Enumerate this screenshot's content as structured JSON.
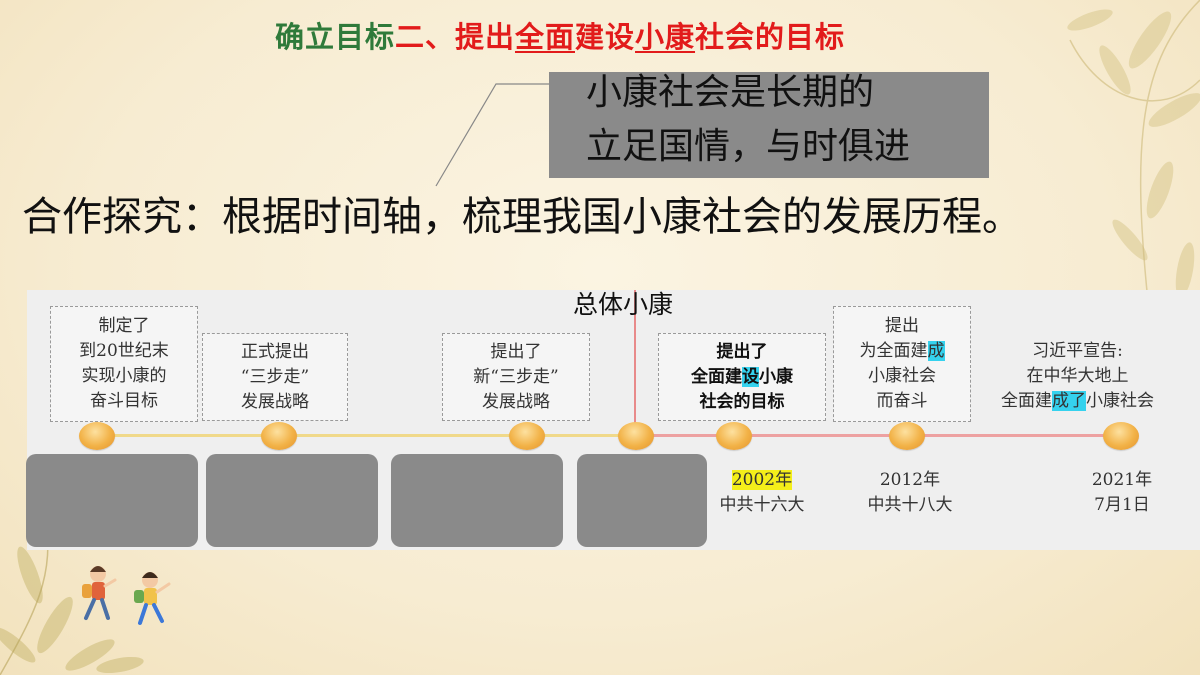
{
  "title": {
    "part1": "确立目标",
    "part2": "二、提出",
    "part3": "全面",
    "part4": "建设",
    "part5": "小康",
    "part6": "社会的目标"
  },
  "callout": {
    "line1": "小康社会是长期的",
    "line2": "立足国情，与时俱进"
  },
  "task": "合作探究：根据时间轴，梳理我国小康社会的发展历程。",
  "timeline": {
    "overall_label": "总体小康",
    "events": [
      {
        "lines": [
          "制定了",
          "到20世纪末",
          "实现小康的",
          "奋斗目标"
        ]
      },
      {
        "lines": [
          "正式提出",
          "“三步走”",
          "发展战略"
        ]
      },
      {
        "lines": [
          "提出了",
          "新“三步走”",
          "发展战略"
        ]
      },
      {
        "l1": "提出了",
        "l2a": "全面建",
        "l2b": "设",
        "l2c": "小康",
        "l3": "社会的目标"
      },
      {
        "l1": "提出",
        "l2a": "为全面建",
        "l2b": "成",
        "l3": "小康社会",
        "l4": "而奋斗"
      },
      {
        "l1": "习近平宣告:",
        "l2": "在中华大地上",
        "l3a": "全面建",
        "l3b": "成了",
        "l3c": "小康社会"
      }
    ],
    "years": [
      {
        "year": "2002年",
        "desc": "中共十六大"
      },
      {
        "year": "2012年",
        "desc": "中共十八大"
      },
      {
        "year": "2021年",
        "desc": "7月1日"
      }
    ]
  },
  "colors": {
    "title_green": "#2f7a3a",
    "title_red": "#e21b1b",
    "highlight_cyan": "#35d2ee",
    "highlight_yellow": "#f4ef1a",
    "mask_gray": "#8a8a8a"
  }
}
